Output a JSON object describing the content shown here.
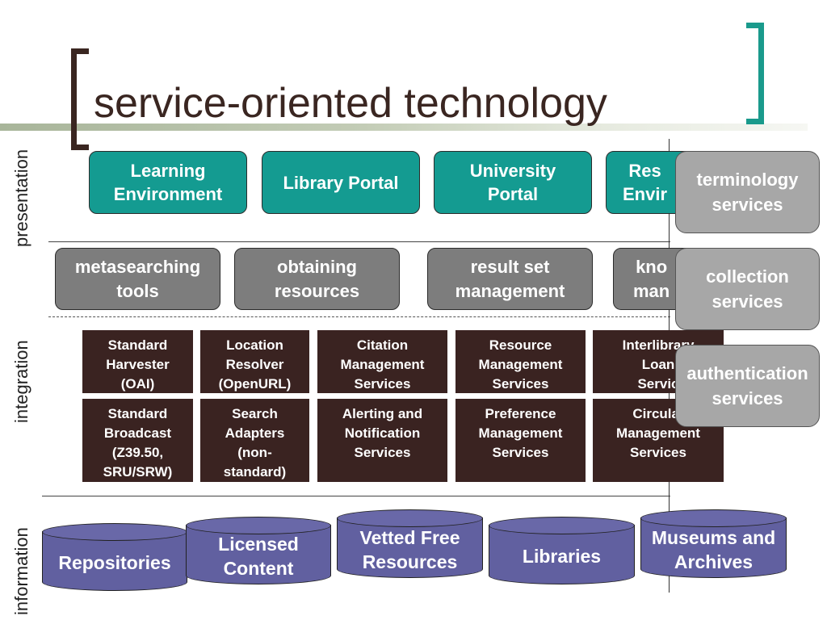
{
  "title": "service-oriented technology",
  "layers": {
    "presentation": "presentation",
    "integration": "integration",
    "information": "information"
  },
  "applications": [
    "Learning\nEnvironment",
    "Library Portal",
    "University\nPortal",
    "Res\nEnvir"
  ],
  "tools": [
    "metasearching\ntools",
    "obtaining\nresources",
    "result set\nmanagement",
    "kno\nman"
  ],
  "services_row1": [
    "Standard\nHarvester\n(OAI)",
    "Location\nResolver\n(OpenURL)",
    "Citation\nManagement\nServices",
    "Resource\nManagement\nServices",
    "Interlibrary\nLoan\nServic"
  ],
  "services_row2": [
    "Standard\nBroadcast\n(Z39.50,\nSRU/SRW)",
    "Search\nAdapters\n(non-\nstandard)",
    "Alerting and\nNotification\nServices",
    "Preference\nManagement\nServices",
    "Circulat\nManagement\nServices"
  ],
  "side_services": [
    "terminology\nservices",
    "collection\nservices",
    "authentication\nservices"
  ],
  "information_sources": [
    "Repositories",
    "Licensed\nContent",
    "Vetted Free\nResources",
    "Libraries",
    "Museums and\nArchives"
  ],
  "colors": {
    "application": "#149b91",
    "tool": "#7d7d7d",
    "service": "#3a2321",
    "side_service": "#a7a7a7",
    "source": "#6160a0",
    "title": "#3a2621",
    "bracket_right": "#1a9a8c"
  }
}
